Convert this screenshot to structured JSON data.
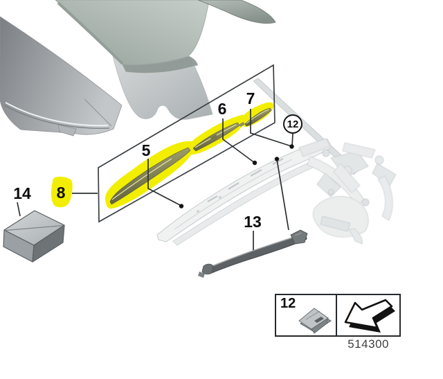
{
  "diagram": {
    "drawing_number": "514300",
    "highlight_color": "#f2ee00",
    "callouts": {
      "part5": "5",
      "part6": "6",
      "part7": "7",
      "part8": "8",
      "part12": "12",
      "part13": "13",
      "part14": "14"
    },
    "legend": {
      "item_number": "12",
      "icons": [
        "retaining-clip-icon",
        "direction-arrow-icon"
      ]
    }
  }
}
